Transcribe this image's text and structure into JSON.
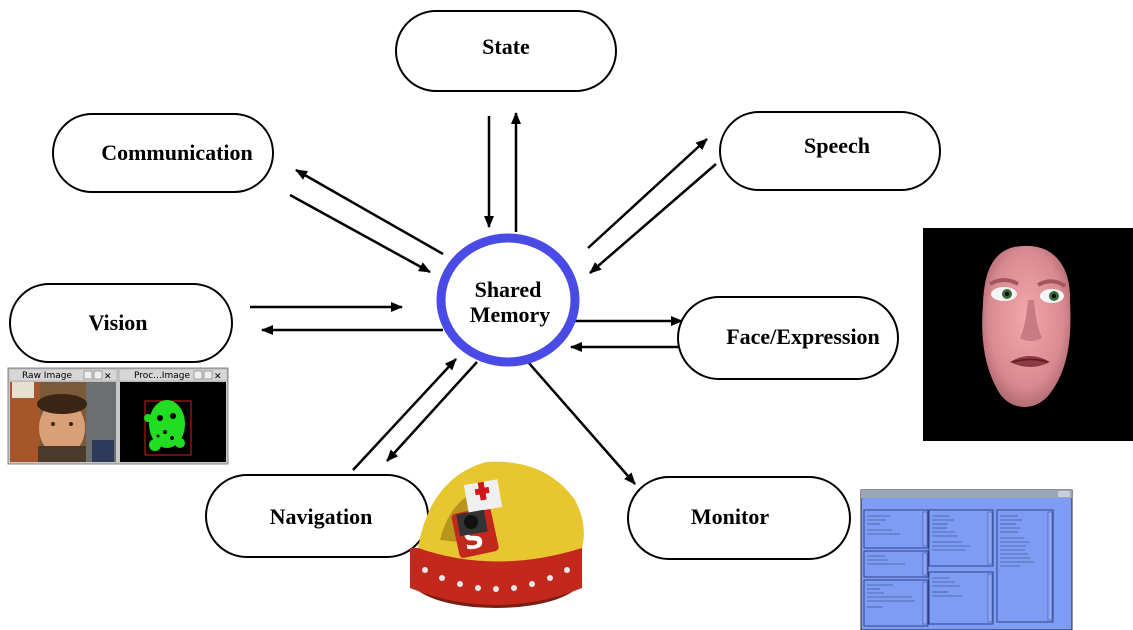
{
  "center": {
    "line1": "Shared",
    "line2": "Memory"
  },
  "nodes": {
    "state": "State",
    "communication": "Communication",
    "speech": "Speech",
    "vision": "Vision",
    "face": "Face/Expression",
    "navigation": "Navigation",
    "monitor": "Monitor"
  },
  "vision_windows": {
    "raw_title": "Raw Image",
    "proc_title": "Proc...Image"
  },
  "colors": {
    "center_ring": "#4a4ae6",
    "monitor_bg": "#7f9cf5",
    "mask_green": "#22dd22"
  },
  "icons": {
    "arrow": "arrowhead",
    "face": "3d-face-render",
    "robot": "robot-photo",
    "monitor": "monitor-gui-screenshot"
  }
}
